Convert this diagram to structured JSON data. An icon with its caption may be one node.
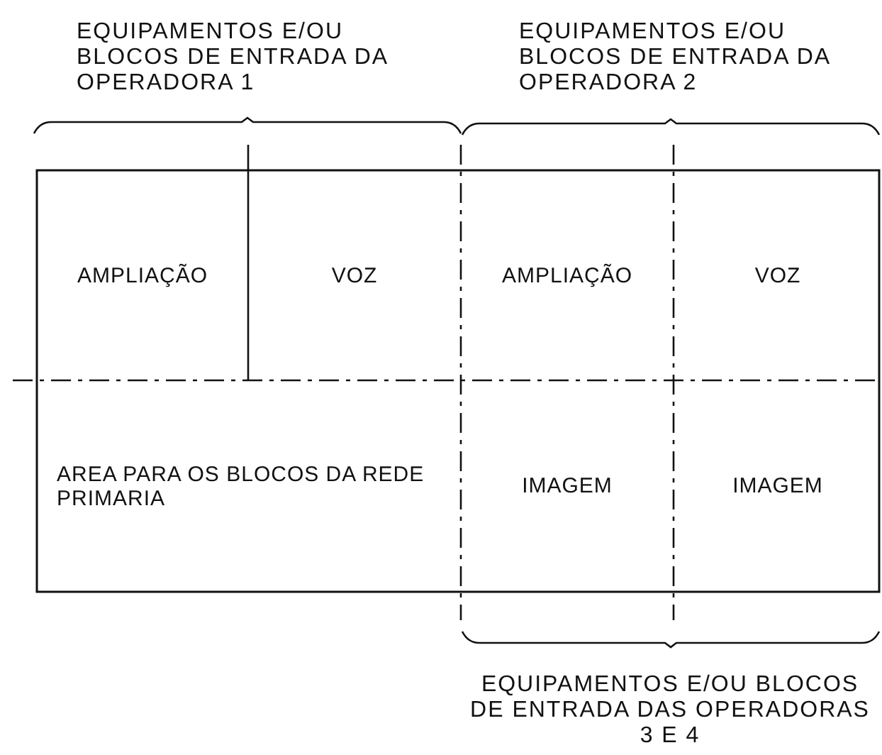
{
  "diagram": {
    "nodes": [
      {
        "text": [
          "AMPLIAÇÃO"
        ]
      },
      {
        "text": [
          "VOZ"
        ]
      },
      {
        "text": [
          "AMPLIAÇÃO"
        ]
      },
      {
        "text": [
          "VOZ"
        ]
      },
      {
        "text": [
          "AREA PARA OS BLOCOS DA REDE PRIMARIA"
        ]
      },
      {
        "text": [
          "IMAGEM"
        ]
      },
      {
        "text": [
          "IMAGEM"
        ]
      }
    ],
    "labels": [
      "EQUIPAMENTOS E/OU BLOCOS DE ENTRADA DA OPERADORA 1",
      "EQUIPAMENTOS E/OU BLOCOS DE ENTRADA DA OPERADORA 2",
      "EQUIPAMENTOS E/OU BLOCOS DE ENTRADA DAS OPERADORAS 3 E 4"
    ]
  }
}
